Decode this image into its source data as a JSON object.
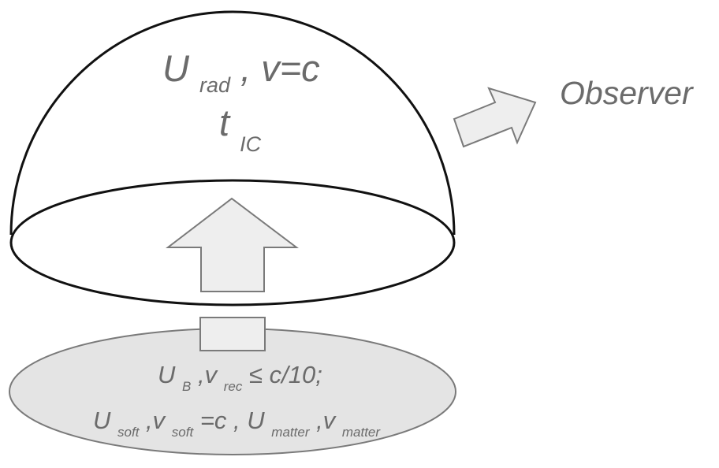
{
  "dome": {
    "radiation_symbol": "U",
    "radiation_subscript": "rad",
    "radiation_velocity": ", v=c",
    "timescale_symbol": "t",
    "timescale_subscript": "IC"
  },
  "observer": {
    "label": "Observer"
  },
  "source_region": {
    "line1": {
      "u_symbol": "U",
      "u_subscript": "B",
      "v_symbol": ",v",
      "v_subscript": "rec",
      "condition": "≤ c/10;"
    },
    "line2": {
      "soft_u_symbol": "U",
      "soft_u_subscript": "soft",
      "soft_v_symbol": ",v",
      "soft_v_subscript": "soft",
      "soft_relation": "=c , U",
      "matter_u_subscript": "matter",
      "matter_v_symbol": ",v",
      "matter_v_subscript": "matter"
    }
  },
  "colors": {
    "outline": "#111111",
    "arrow_fill": "#eeeeee",
    "arrow_stroke": "#7a7a7a",
    "ellipse_fill": "#e4e4e4",
    "text": "#6b6b6b"
  }
}
